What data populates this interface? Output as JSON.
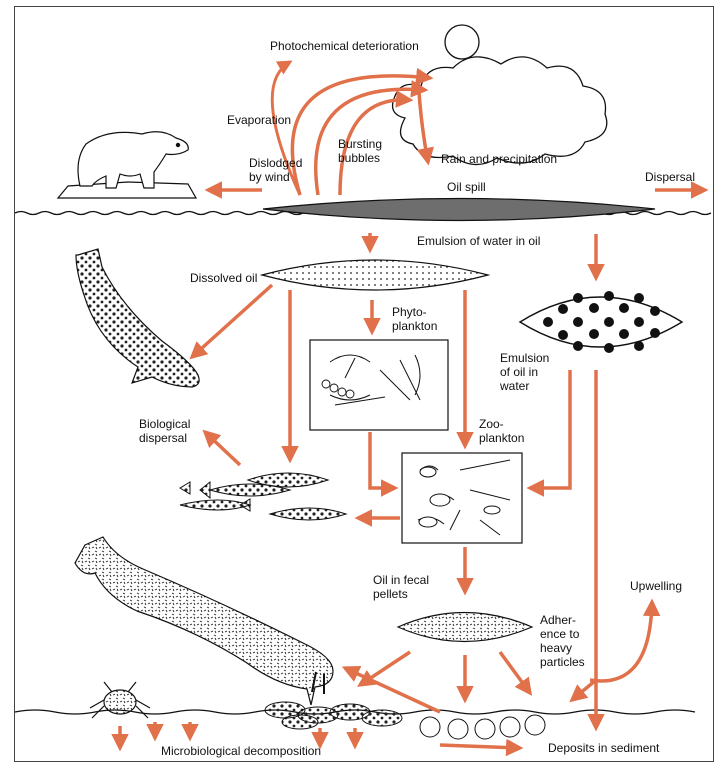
{
  "labels": {
    "photochemical": "Photochemical deterioration",
    "evaporation": "Evaporation",
    "bursting": "Bursting\nbubbles",
    "dislodged": "Dislodged\nby wind",
    "rain": "Rain and precipitation",
    "oil_spill": "Oil spill",
    "dispersal": "Dispersal",
    "emulsion_water_in_oil": "Emulsion of water in oil",
    "dissolved_oil": "Dissolved oil",
    "phytoplankton": "Phyto-\nplankton",
    "emulsion_oil_in_water": "Emulsion\nof oil in\nwater",
    "biological_dispersal": "Biological\ndispersal",
    "zooplankton": "Zoo-\nplankton",
    "fecal_pellets": "Oil in fecal\npellets",
    "adherence": "Adher-\nence to\nheavy\nparticles",
    "upwelling": "Upwelling",
    "microbiological": "Microbiological decomposition",
    "deposits": "Deposits in sediment"
  },
  "colors": {
    "arrow": "#e0714a",
    "ink": "#111111",
    "slick": "#6e6e6e"
  },
  "icons": [
    "sun-icon",
    "cloud-icon",
    "polar-bear-icon",
    "seal-icon",
    "fish-icon",
    "walrus-icon",
    "crab-icon",
    "clam-icon",
    "plankton-icon"
  ]
}
